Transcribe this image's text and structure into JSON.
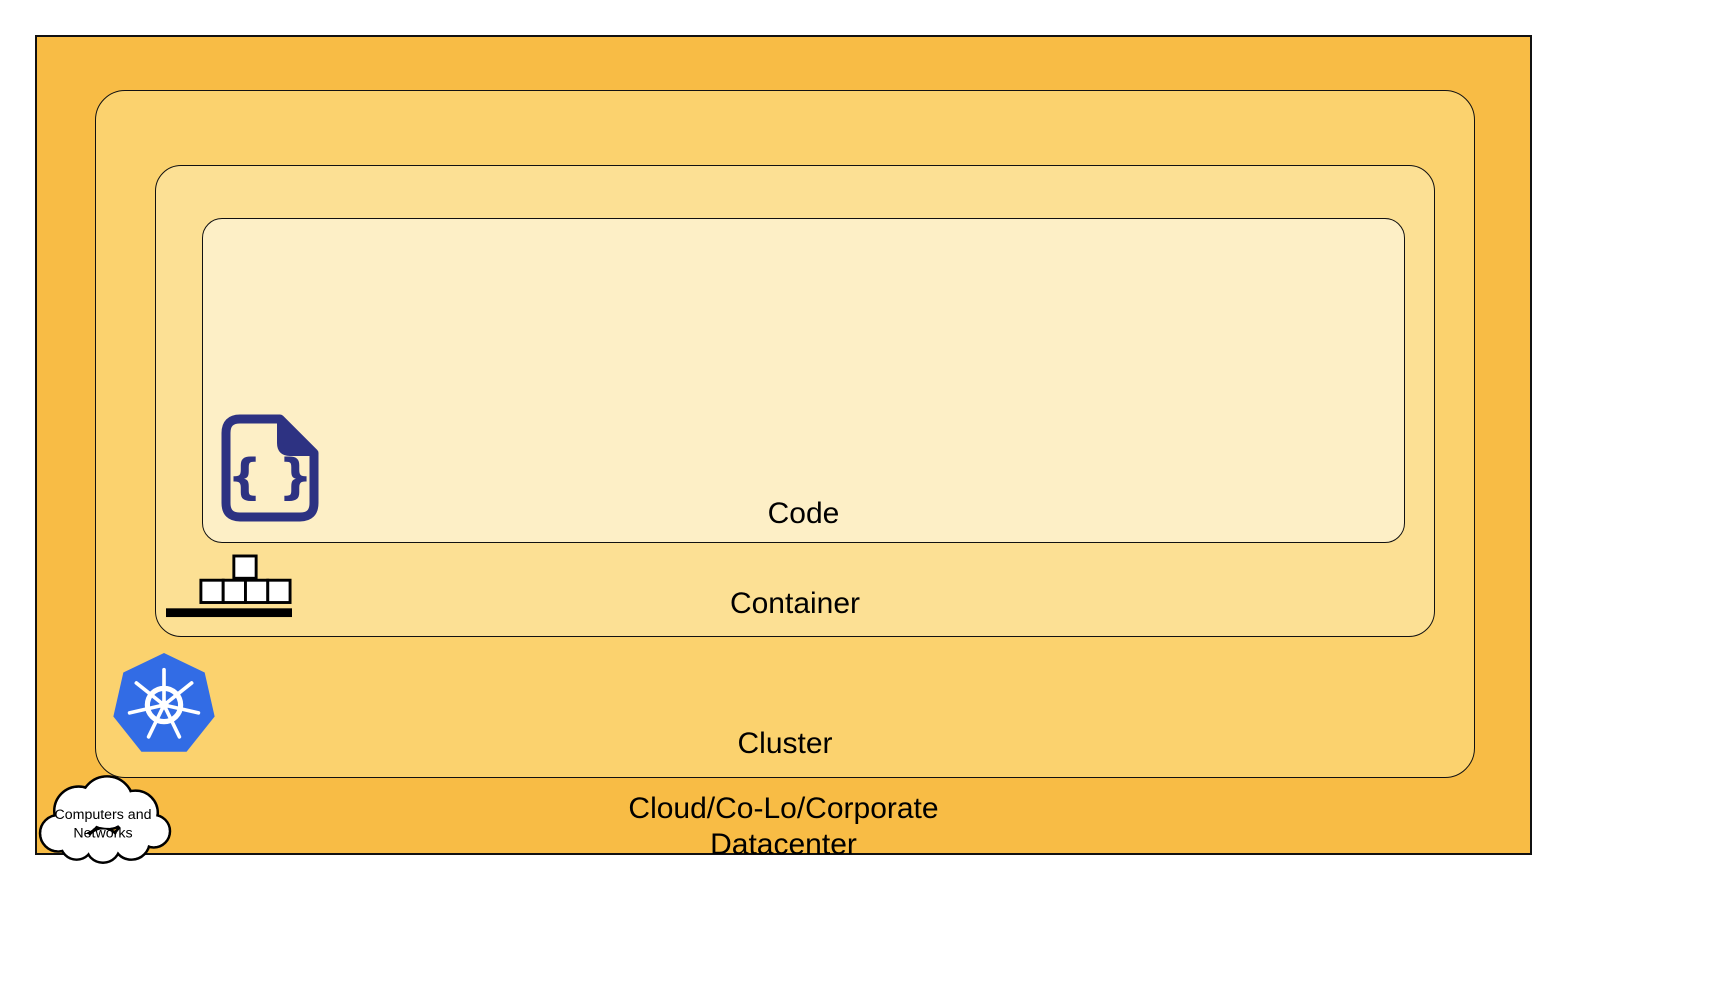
{
  "diagram": {
    "layers": {
      "code": {
        "label": "Code"
      },
      "container": {
        "label": "Container"
      },
      "cluster": {
        "label": "Cluster"
      },
      "datacenter": {
        "label_line1": "Cloud/Co-Lo/Corporate",
        "label_line2": "Datacenter"
      }
    },
    "cloud": {
      "line1": "Computers and",
      "line2": "Networks"
    },
    "icons": {
      "code": "code-file-icon",
      "container": "container-stack-icon",
      "cluster": "kubernetes-icon",
      "datacenter": "cloud-icon"
    }
  },
  "colors": {
    "outer": "#F8BC45",
    "cluster": "#FBD26E",
    "container": "#FCE094",
    "code": "#FDEFC6",
    "border": "#111111",
    "text": "#000000",
    "kubernetes_blue": "#326CE5",
    "navy": "#2D3282"
  }
}
